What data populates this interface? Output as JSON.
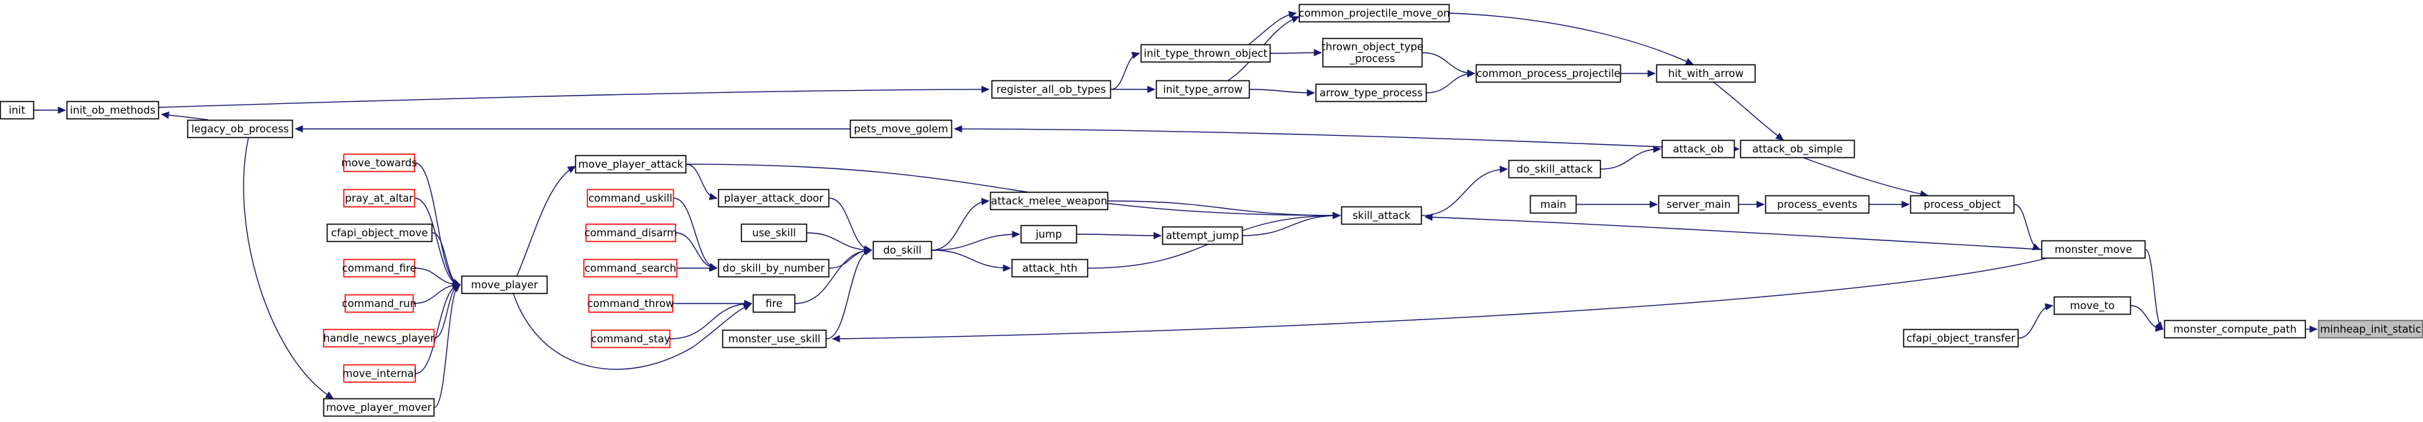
{
  "colors": {
    "edge": "#191970",
    "node_border": "#000000",
    "node_fill": "#ffffff",
    "undoc_border": "#ff0000",
    "focus_fill": "#bfbfbf",
    "focus_border": "#666666",
    "text": "#000000"
  },
  "graph": {
    "nodes": [
      {
        "id": "minheap_init_static",
        "label": "minheap_init_static",
        "style": "focus"
      },
      {
        "id": "monster_compute_path",
        "label": "monster_compute_path",
        "style": "normal"
      },
      {
        "id": "monster_move",
        "label": "monster_move",
        "style": "normal"
      },
      {
        "id": "move_to",
        "label": "move_to",
        "style": "normal"
      },
      {
        "id": "cfapi_object_transfer",
        "label": "cfapi_object_transfer",
        "style": "normal"
      },
      {
        "id": "process_object",
        "label": "process_object",
        "style": "normal"
      },
      {
        "id": "attack_ob_simple",
        "label": "attack_ob_simple",
        "style": "normal"
      },
      {
        "id": "process_events",
        "label": "process_events",
        "style": "normal"
      },
      {
        "id": "server_main",
        "label": "server_main",
        "style": "normal"
      },
      {
        "id": "main",
        "label": "main",
        "style": "normal"
      },
      {
        "id": "hit_with_arrow",
        "label": "hit_with_arrow",
        "style": "normal"
      },
      {
        "id": "attack_ob",
        "label": "attack_ob",
        "style": "normal"
      },
      {
        "id": "common_process_projectile",
        "label": "common_process_projectile",
        "style": "normal"
      },
      {
        "id": "common_projectile_move_on",
        "label": "common_projectile_move_on",
        "style": "normal"
      },
      {
        "id": "thrown_object_type_process",
        "label": "thrown_object_type\n_process",
        "style": "normal"
      },
      {
        "id": "arrow_type_process",
        "label": "arrow_type_process",
        "style": "normal"
      },
      {
        "id": "init_type_thrown_object",
        "label": "init_type_thrown_object",
        "style": "normal"
      },
      {
        "id": "init_type_arrow",
        "label": "init_type_arrow",
        "style": "normal"
      },
      {
        "id": "register_all_ob_types",
        "label": "register_all_ob_types",
        "style": "normal"
      },
      {
        "id": "init_ob_methods",
        "label": "init_ob_methods",
        "style": "normal"
      },
      {
        "id": "init",
        "label": "init",
        "style": "normal"
      },
      {
        "id": "legacy_ob_process",
        "label": "legacy_ob_process",
        "style": "normal"
      },
      {
        "id": "pets_move_golem",
        "label": "pets_move_golem",
        "style": "normal"
      },
      {
        "id": "do_skill_attack",
        "label": "do_skill_attack",
        "style": "normal"
      },
      {
        "id": "skill_attack",
        "label": "skill_attack",
        "style": "normal"
      },
      {
        "id": "move_player_attack",
        "label": "move_player_attack",
        "style": "normal"
      },
      {
        "id": "attack_melee_weapon",
        "label": "attack_melee_weapon",
        "style": "normal"
      },
      {
        "id": "attempt_jump",
        "label": "attempt_jump",
        "style": "normal"
      },
      {
        "id": "jump",
        "label": "jump",
        "style": "normal"
      },
      {
        "id": "attack_hth",
        "label": "attack_hth",
        "style": "normal"
      },
      {
        "id": "do_skill",
        "label": "do_skill",
        "style": "normal"
      },
      {
        "id": "player_attack_door",
        "label": "player_attack_door",
        "style": "normal"
      },
      {
        "id": "use_skill",
        "label": "use_skill",
        "style": "normal"
      },
      {
        "id": "do_skill_by_number",
        "label": "do_skill_by_number",
        "style": "normal"
      },
      {
        "id": "fire",
        "label": "fire",
        "style": "normal"
      },
      {
        "id": "monster_use_skill",
        "label": "monster_use_skill",
        "style": "normal"
      },
      {
        "id": "move_player",
        "label": "move_player",
        "style": "normal"
      },
      {
        "id": "move_player_mover",
        "label": "move_player_mover",
        "style": "normal"
      },
      {
        "id": "command_uskill",
        "label": "command_uskill",
        "style": "undoc"
      },
      {
        "id": "command_disarm",
        "label": "command_disarm",
        "style": "undoc"
      },
      {
        "id": "command_search",
        "label": "command_search",
        "style": "undoc"
      },
      {
        "id": "command_throw",
        "label": "command_throw",
        "style": "undoc"
      },
      {
        "id": "command_stay",
        "label": "command_stay",
        "style": "undoc"
      },
      {
        "id": "move_towards",
        "label": "move_towards",
        "style": "undoc"
      },
      {
        "id": "pray_at_altar",
        "label": "pray_at_altar",
        "style": "undoc"
      },
      {
        "id": "cfapi_object_move",
        "label": "cfapi_object_move",
        "style": "normal"
      },
      {
        "id": "command_fire",
        "label": "command_fire",
        "style": "undoc"
      },
      {
        "id": "command_run",
        "label": "command_run",
        "style": "undoc"
      },
      {
        "id": "handle_newcs_player",
        "label": "handle_newcs_player",
        "style": "undoc"
      },
      {
        "id": "move_internal",
        "label": "move_internal",
        "style": "undoc"
      }
    ],
    "edges": [
      {
        "from": "monster_compute_path",
        "to": "minheap_init_static"
      },
      {
        "from": "monster_move",
        "to": "monster_compute_path"
      },
      {
        "from": "move_to",
        "to": "monster_compute_path"
      },
      {
        "from": "cfapi_object_transfer",
        "to": "move_to"
      },
      {
        "from": "process_object",
        "to": "monster_move"
      },
      {
        "from": "attack_ob_simple",
        "to": "process_object"
      },
      {
        "from": "process_events",
        "to": "process_object"
      },
      {
        "from": "server_main",
        "to": "process_events"
      },
      {
        "from": "main",
        "to": "server_main"
      },
      {
        "from": "hit_with_arrow",
        "to": "attack_ob_simple"
      },
      {
        "from": "attack_ob",
        "to": "attack_ob_simple"
      },
      {
        "from": "common_process_projectile",
        "to": "hit_with_arrow"
      },
      {
        "from": "common_projectile_move_on",
        "to": "hit_with_arrow"
      },
      {
        "from": "thrown_object_type_process",
        "to": "common_process_projectile"
      },
      {
        "from": "arrow_type_process",
        "to": "common_process_projectile"
      },
      {
        "from": "init_type_thrown_object",
        "to": "thrown_object_type_process"
      },
      {
        "from": "init_type_arrow",
        "to": "arrow_type_process"
      },
      {
        "from": "init_type_thrown_object",
        "to": "common_projectile_move_on"
      },
      {
        "from": "init_type_arrow",
        "to": "common_projectile_move_on"
      },
      {
        "from": "register_all_ob_types",
        "to": "init_type_thrown_object"
      },
      {
        "from": "register_all_ob_types",
        "to": "init_type_arrow"
      },
      {
        "from": "init_ob_methods",
        "to": "register_all_ob_types"
      },
      {
        "from": "init",
        "to": "init_ob_methods"
      },
      {
        "from": "legacy_ob_process",
        "to": "init_ob_methods"
      },
      {
        "from": "pets_move_golem",
        "to": "legacy_ob_process"
      },
      {
        "from": "attack_ob",
        "to": "pets_move_golem"
      },
      {
        "from": "do_skill_attack",
        "to": "attack_ob"
      },
      {
        "from": "skill_attack",
        "to": "do_skill_attack"
      },
      {
        "from": "monster_move",
        "to": "skill_attack"
      },
      {
        "from": "move_player_attack",
        "to": "skill_attack"
      },
      {
        "from": "attack_melee_weapon",
        "to": "skill_attack"
      },
      {
        "from": "attempt_jump",
        "to": "skill_attack"
      },
      {
        "from": "attack_hth",
        "to": "skill_attack"
      },
      {
        "from": "jump",
        "to": "attempt_jump"
      },
      {
        "from": "do_skill",
        "to": "jump"
      },
      {
        "from": "do_skill",
        "to": "attack_melee_weapon"
      },
      {
        "from": "do_skill",
        "to": "attack_hth"
      },
      {
        "from": "player_attack_door",
        "to": "do_skill"
      },
      {
        "from": "use_skill",
        "to": "do_skill"
      },
      {
        "from": "do_skill_by_number",
        "to": "do_skill"
      },
      {
        "from": "fire",
        "to": "do_skill"
      },
      {
        "from": "monster_use_skill",
        "to": "do_skill"
      },
      {
        "from": "monster_move",
        "to": "monster_use_skill"
      },
      {
        "from": "move_player_attack",
        "to": "player_attack_door"
      },
      {
        "from": "command_uskill",
        "to": "do_skill_by_number"
      },
      {
        "from": "command_disarm",
        "to": "do_skill_by_number"
      },
      {
        "from": "command_search",
        "to": "do_skill_by_number"
      },
      {
        "from": "command_throw",
        "to": "fire"
      },
      {
        "from": "command_stay",
        "to": "fire"
      },
      {
        "from": "move_player",
        "to": "move_player_attack"
      },
      {
        "from": "move_player",
        "to": "fire"
      },
      {
        "from": "move_towards",
        "to": "move_player"
      },
      {
        "from": "pray_at_altar",
        "to": "move_player"
      },
      {
        "from": "cfapi_object_move",
        "to": "move_player"
      },
      {
        "from": "command_fire",
        "to": "move_player"
      },
      {
        "from": "command_run",
        "to": "move_player"
      },
      {
        "from": "handle_newcs_player",
        "to": "move_player"
      },
      {
        "from": "move_internal",
        "to": "move_player"
      },
      {
        "from": "move_player_mover",
        "to": "move_player"
      },
      {
        "from": "legacy_ob_process",
        "to": "move_player_mover"
      }
    ]
  }
}
